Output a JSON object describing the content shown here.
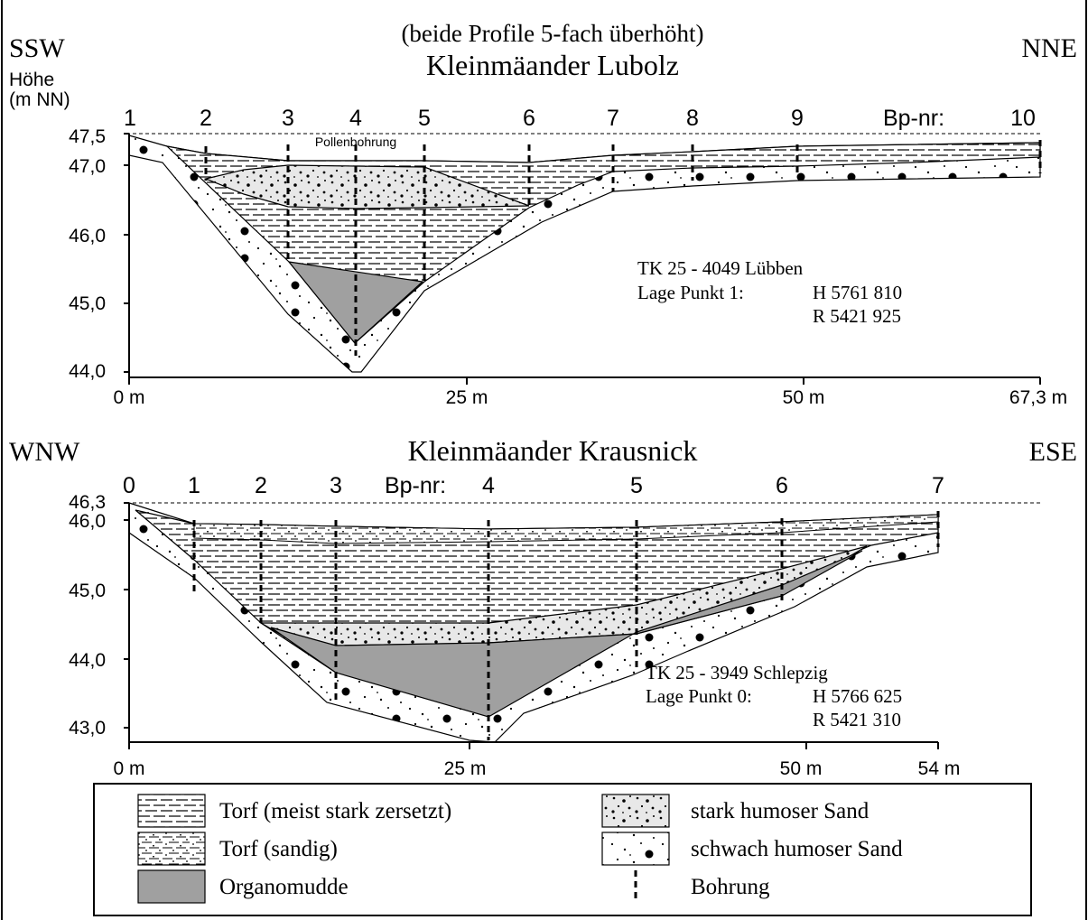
{
  "caption": "(beide Profile 5-fach überhöht)",
  "profile1": {
    "title": "Kleinmäander Lubolz",
    "dir_left": "SSW",
    "dir_right": "NNE",
    "y_label_1": "Höhe",
    "y_label_2": "(m NN)",
    "y_ticks": [
      "47,5",
      "47,0",
      "46,0",
      "45,0",
      "44,0"
    ],
    "x_ticks": [
      "0 m",
      "25 m",
      "50 m",
      "67,3 m"
    ],
    "bp_label": "Bp-nr:",
    "bp_numbers": [
      "1",
      "2",
      "3",
      "4",
      "5",
      "6",
      "7",
      "8",
      "9",
      "10"
    ],
    "pollen_label": "Pollenbohrung",
    "tk": "TK 25 - 4049 Lübben",
    "lage_label": "Lage Punkt 1:",
    "h_val": "H 5761 810",
    "r_val": "R 5421 925"
  },
  "profile2": {
    "title": "Kleinmäander Krausnick",
    "dir_left": "WNW",
    "dir_right": "ESE",
    "y_ticks": [
      "46,3",
      "46,0",
      "45,0",
      "44,0",
      "43,0"
    ],
    "x_ticks": [
      "0 m",
      "25 m",
      "50 m",
      "54 m"
    ],
    "bp_label": "Bp-nr:",
    "bp_numbers": [
      "0",
      "1",
      "2",
      "3",
      "4",
      "5",
      "6",
      "7"
    ],
    "tk": "TK 25 - 3949 Schlepzig",
    "lage_label": "Lage Punkt 0:",
    "h_val": "H 5766 625",
    "r_val": "R 5421 310"
  },
  "legend": {
    "torf": "Torf (meist stark zersetzt)",
    "torf_sandig": "Torf (sandig)",
    "organomudde": "Organomudde",
    "stark_sand": "stark humoser Sand",
    "schwach_sand": "schwach humoser Sand",
    "bohrung": "Bohrung"
  }
}
